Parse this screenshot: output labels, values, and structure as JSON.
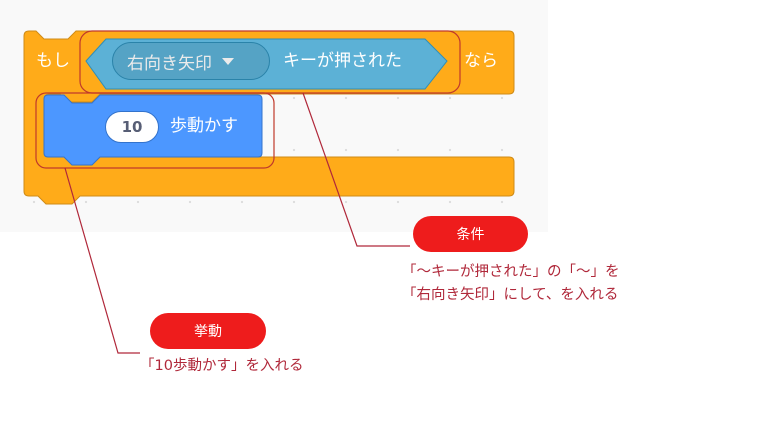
{
  "workspace": {
    "if_block": {
      "prefix_label": "もし",
      "suffix_label": "なら",
      "color": "#ffab19"
    },
    "condition_block": {
      "key_dropdown_value": "右向き矢印",
      "label": "キーが押された",
      "color": "#5cb1d6"
    },
    "motion_block": {
      "steps_value": "10",
      "label": "歩動かす",
      "color": "#4c97ff"
    }
  },
  "annotations": {
    "condition": {
      "badge": "条件",
      "caption_line1": "「～キーが押された」の「～」を",
      "caption_line2": "「右向き矢印」にして、を入れる"
    },
    "action": {
      "badge": "挙動",
      "caption": "「10歩動かす」を入れる"
    },
    "accent_color": "#ee1c1c",
    "line_color": "#b0283a"
  }
}
